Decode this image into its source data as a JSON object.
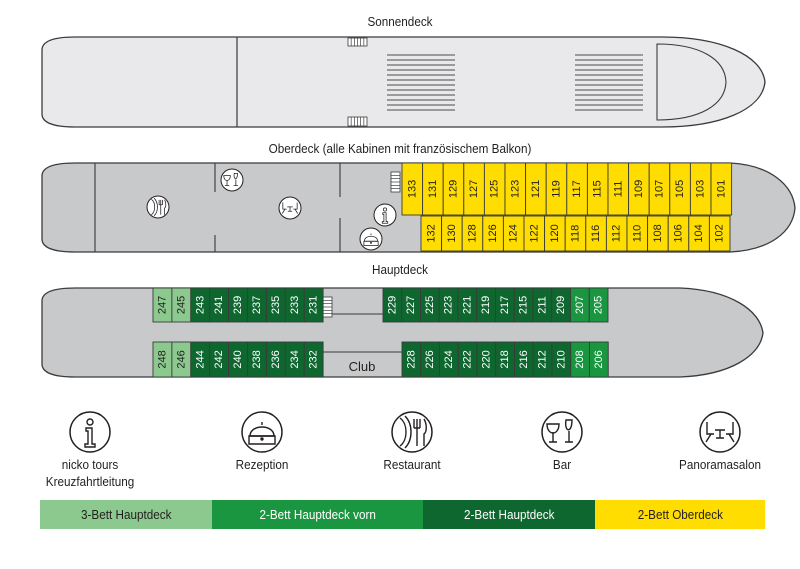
{
  "decks": {
    "sonnendeck": {
      "title": "Sonnendeck"
    },
    "oberdeck": {
      "title": "Oberdeck (alle Kabinen mit französischem Balkon)",
      "cabins_top": [
        "133",
        "131",
        "129",
        "127",
        "125",
        "123",
        "121",
        "119",
        "117",
        "115",
        "111",
        "109",
        "107",
        "105",
        "103",
        "101"
      ],
      "cabins_bottom": [
        "132",
        "130",
        "128",
        "126",
        "124",
        "122",
        "120",
        "118",
        "116",
        "112",
        "110",
        "108",
        "106",
        "104",
        "102"
      ]
    },
    "hauptdeck": {
      "title": "Hauptdeck",
      "club_label": "Club",
      "cabins_top_aft": [
        {
          "num": "247",
          "cat": "3bett"
        },
        {
          "num": "245",
          "cat": "3bett"
        },
        {
          "num": "243",
          "cat": "2bett"
        },
        {
          "num": "241",
          "cat": "2bett"
        },
        {
          "num": "239",
          "cat": "2bett"
        },
        {
          "num": "237",
          "cat": "2bett"
        },
        {
          "num": "235",
          "cat": "2bett"
        },
        {
          "num": "233",
          "cat": "2bett"
        },
        {
          "num": "231",
          "cat": "2bett"
        }
      ],
      "cabins_top_fwd": [
        {
          "num": "229",
          "cat": "2bett"
        },
        {
          "num": "227",
          "cat": "2bett"
        },
        {
          "num": "225",
          "cat": "2bett"
        },
        {
          "num": "223",
          "cat": "2bett"
        },
        {
          "num": "221",
          "cat": "2bett"
        },
        {
          "num": "219",
          "cat": "2bett"
        },
        {
          "num": "217",
          "cat": "2bett"
        },
        {
          "num": "215",
          "cat": "2bett"
        },
        {
          "num": "211",
          "cat": "2bett"
        },
        {
          "num": "209",
          "cat": "2bett"
        },
        {
          "num": "207",
          "cat": "2bettvorn"
        },
        {
          "num": "205",
          "cat": "2bettvorn"
        }
      ],
      "cabins_bottom_aft": [
        {
          "num": "248",
          "cat": "3bett"
        },
        {
          "num": "246",
          "cat": "3bett"
        },
        {
          "num": "244",
          "cat": "2bett"
        },
        {
          "num": "242",
          "cat": "2bett"
        },
        {
          "num": "240",
          "cat": "2bett"
        },
        {
          "num": "238",
          "cat": "2bett"
        },
        {
          "num": "236",
          "cat": "2bett"
        },
        {
          "num": "234",
          "cat": "2bett"
        },
        {
          "num": "232",
          "cat": "2bett"
        }
      ],
      "cabins_bottom_fwd": [
        {
          "num": "228",
          "cat": "2bett"
        },
        {
          "num": "226",
          "cat": "2bett"
        },
        {
          "num": "224",
          "cat": "2bett"
        },
        {
          "num": "222",
          "cat": "2bett"
        },
        {
          "num": "220",
          "cat": "2bett"
        },
        {
          "num": "218",
          "cat": "2bett"
        },
        {
          "num": "216",
          "cat": "2bett"
        },
        {
          "num": "212",
          "cat": "2bett"
        },
        {
          "num": "210",
          "cat": "2bett"
        },
        {
          "num": "208",
          "cat": "2bettvorn"
        },
        {
          "num": "206",
          "cat": "2bettvorn"
        }
      ]
    }
  },
  "facilities": [
    {
      "icon": "info-icon",
      "label_line1": "nicko tours",
      "label_line2": "Kreuzfahrtleitung"
    },
    {
      "icon": "reception-bell-icon",
      "label_line1": "Rezeption",
      "label_line2": ""
    },
    {
      "icon": "restaurant-icon",
      "label_line1": "Restaurant",
      "label_line2": ""
    },
    {
      "icon": "bar-glasses-icon",
      "label_line1": "Bar",
      "label_line2": ""
    },
    {
      "icon": "panorama-lounge-icon",
      "label_line1": "Panoramasalon",
      "label_line2": ""
    }
  ],
  "categories": [
    {
      "key": "3bett",
      "label": "3-Bett Hauptdeck",
      "color": "#8cc98f",
      "text_color": "#231f20"
    },
    {
      "key": "2bettvorn",
      "label": "2-Bett Hauptdeck vorn",
      "color": "#1a9640",
      "text_color": "#ffffff"
    },
    {
      "key": "2bett",
      "label": "2-Bett Hauptdeck",
      "color": "#0f6730",
      "text_color": "#ffffff"
    },
    {
      "key": "oberdeck",
      "label": "2-Bett Oberdeck",
      "color": "#ffdd00",
      "text_color": "#231f20"
    }
  ],
  "colors": {
    "hull_sonnendeck": "#e9e9eb",
    "hull": "#c8c9cb",
    "outline": "#3b3b3b"
  }
}
